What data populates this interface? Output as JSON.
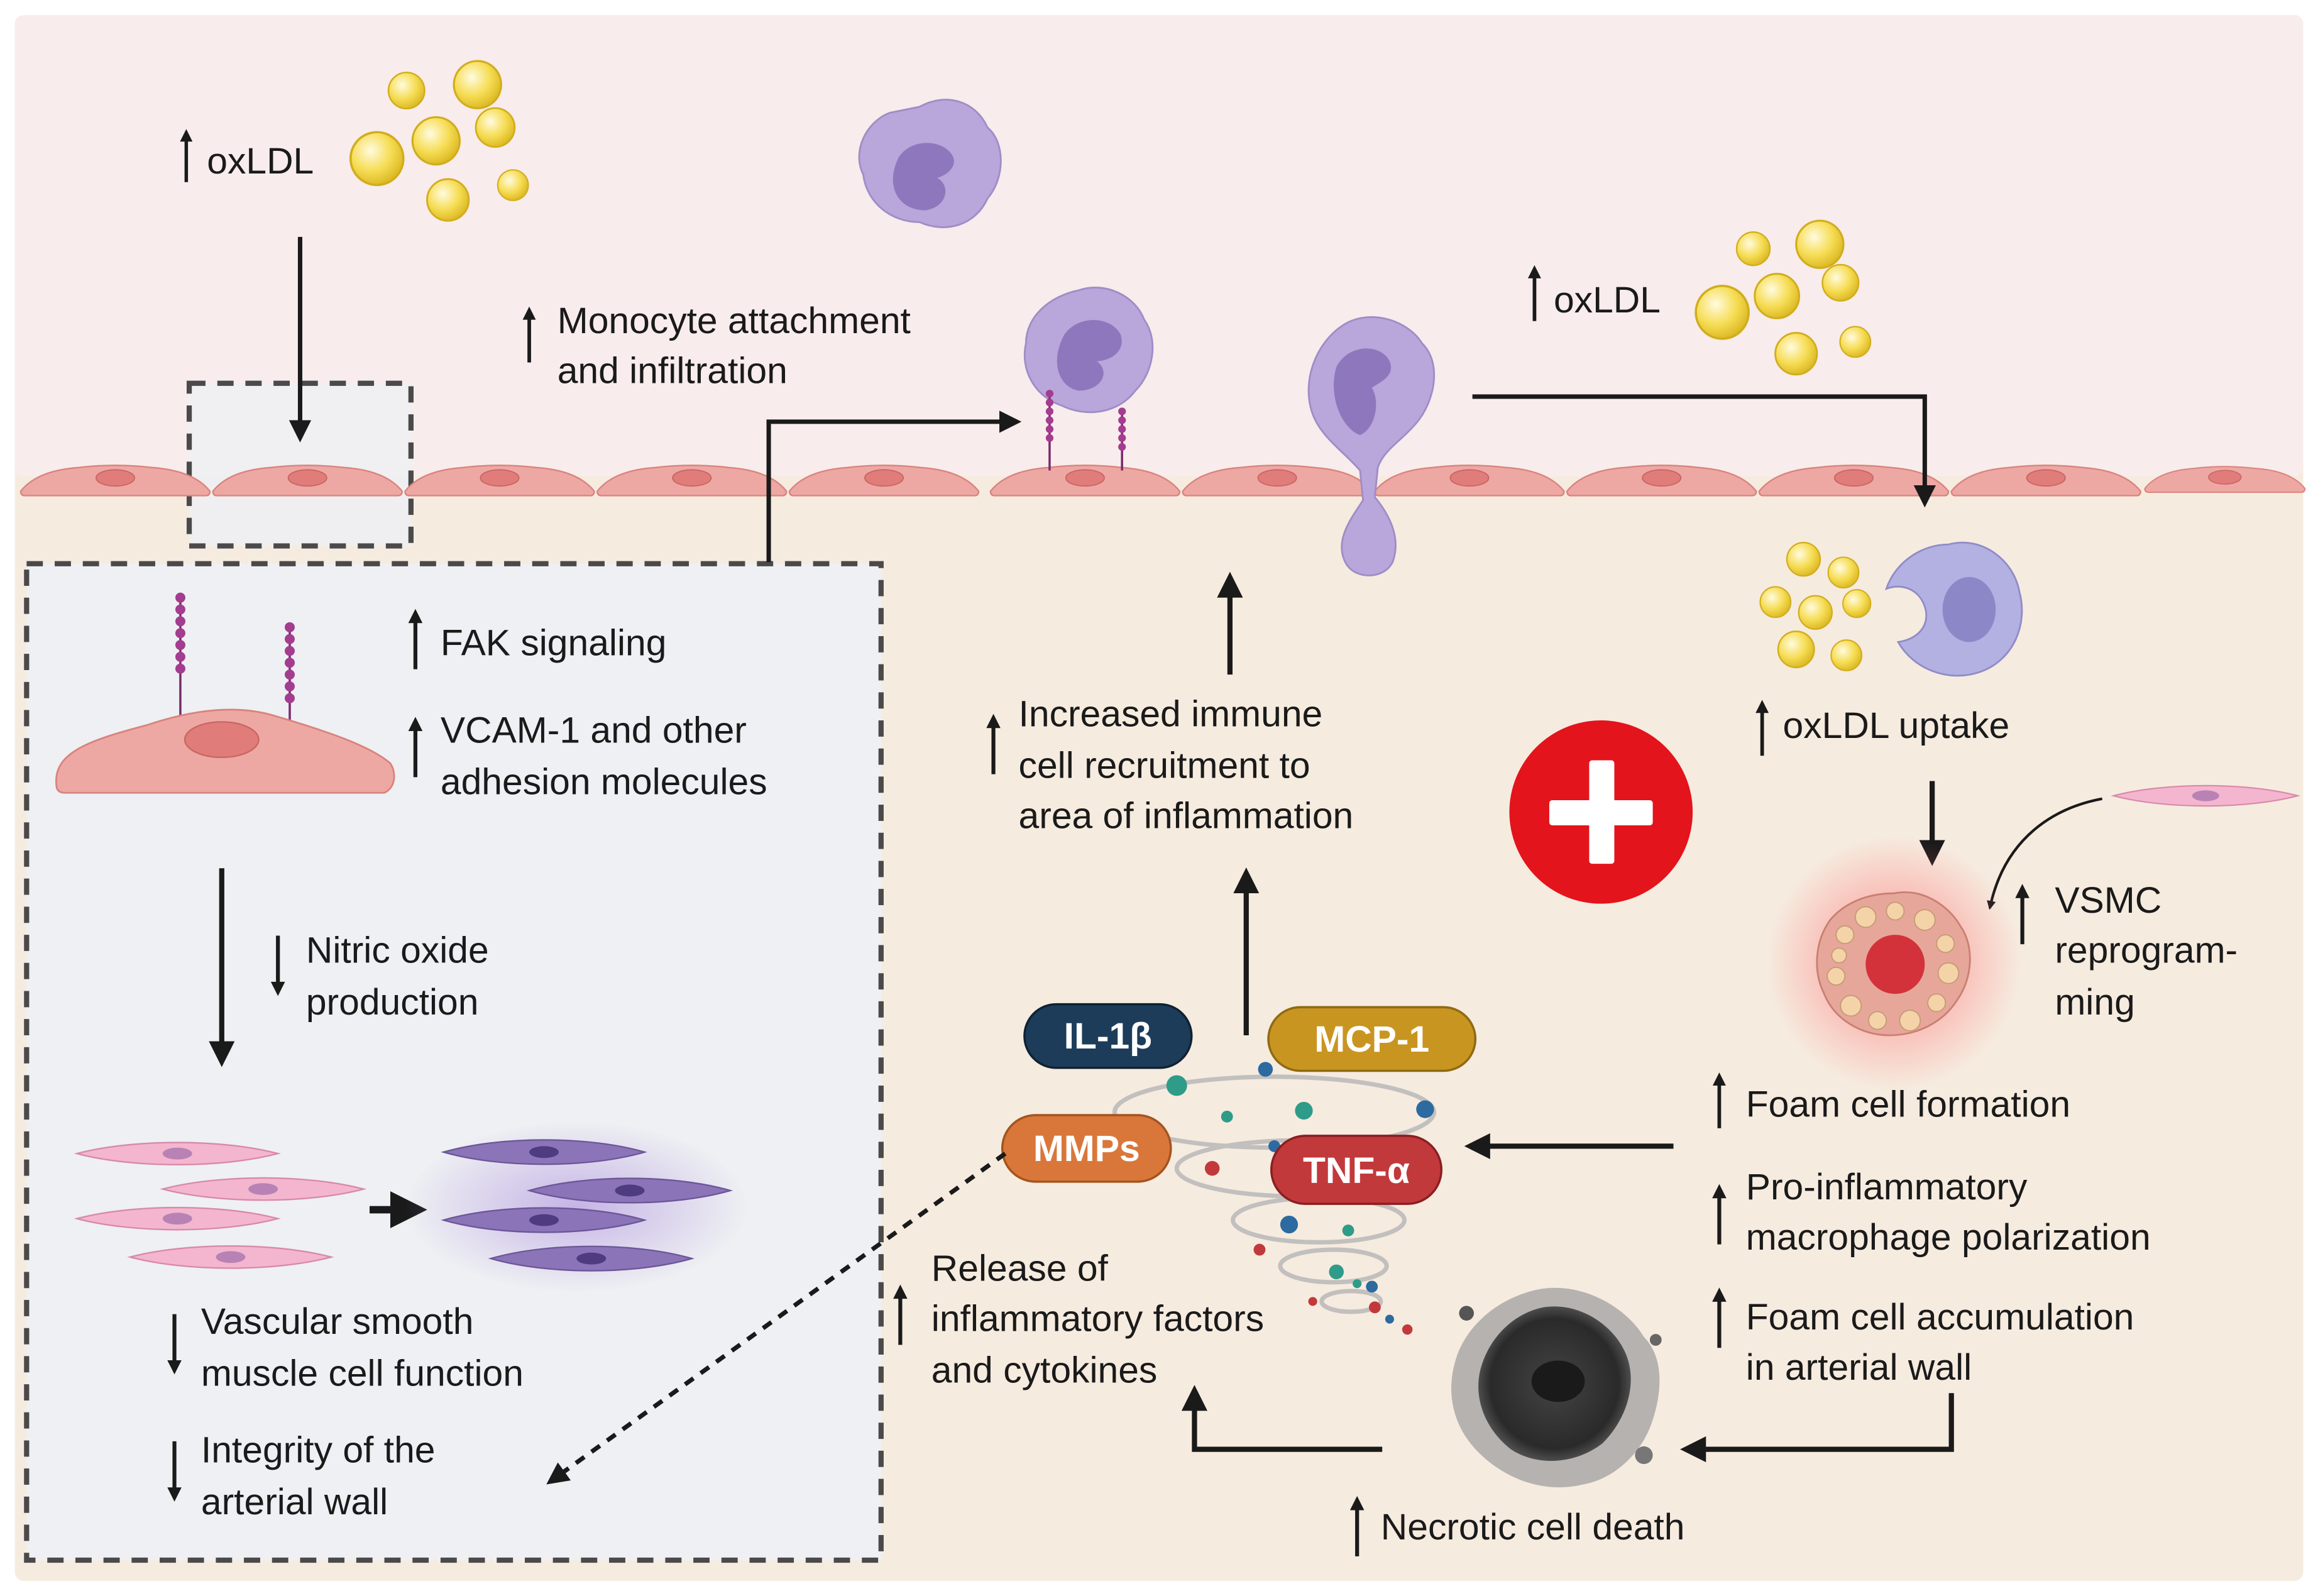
{
  "colors": {
    "lumen": "#f8ecec",
    "tissue": "#f6ebdf",
    "inset_panel": "#eef0f3",
    "endothelium": "#eea8a3",
    "endothelium_nucleus": "#e07c7a",
    "monocyte": "#b9a6da",
    "monocyte_nucleus": "#8f77bd",
    "ldl": "#f3d64a",
    "vsmc_healthy": "#f4b6cf",
    "vsmc_dysfunctional": "#8b74b8",
    "plus_badge": "#e3141b",
    "il1b": "#1d3c5a",
    "mcp1": "#c99521",
    "mmps": "#d9773b",
    "tnfa": "#c2393b",
    "arrow": "#1a1a1a"
  },
  "labels": {
    "oxldl_top_left": "oxLDL",
    "oxldl_top_right": "oxLDL",
    "monocyte_line1": "Monocyte attachment",
    "monocyte_line2": "and infiltration",
    "fak": "FAK signaling",
    "vcam_line1": "VCAM-1 and other",
    "vcam_line2": "adhesion molecules",
    "no_line1": "Nitric oxide",
    "no_line2": "production",
    "vsmc_fn_line1": "Vascular smooth",
    "vsmc_fn_line2": "muscle cell function",
    "integrity_line1": "Integrity of the",
    "integrity_line2": "arterial wall",
    "immune_line1": "Increased immune",
    "immune_line2": "cell recruitment to",
    "immune_line3": "area of inflammation",
    "uptake": "oxLDL uptake",
    "vsmc_rep_line1": "VSMC",
    "vsmc_rep_line2": "reprogram-",
    "vsmc_rep_line3": "ming",
    "foam_formation": "Foam cell formation",
    "proinf_line1": "Pro-inflammatory",
    "proinf_line2": "macrophage polarization",
    "foam_accum_line1": "Foam cell accumulation",
    "foam_accum_line2": "in arterial wall",
    "release_line1": "Release of",
    "release_line2": "inflammatory factors",
    "release_line3": "and cytokines",
    "necrotic": "Necrotic cell death"
  },
  "cytokines": {
    "il1b": "IL-1β",
    "mcp1": "MCP-1",
    "mmps": "MMPs",
    "tnfa": "TNF-α"
  }
}
